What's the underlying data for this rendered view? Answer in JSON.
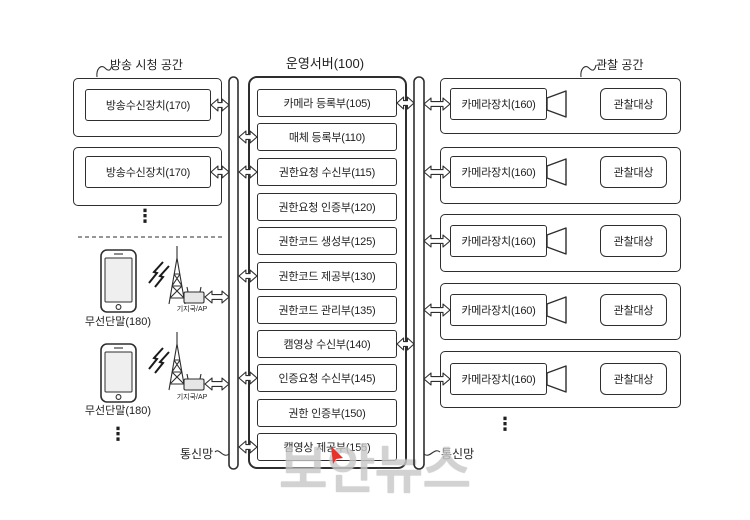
{
  "labels": {
    "viewing_space": "방송 시청 공간",
    "server_title": "운영서버(100)",
    "observation_space": "관찰 공간",
    "network_left": "통신망",
    "network_right": "통신망",
    "base_station": "기지국/AP",
    "ellipsis": "⋮"
  },
  "broadcast_receivers": [
    "방송수신장치(170)",
    "방송수신장치(170)"
  ],
  "wireless_terminals": [
    "무선단말(180)",
    "무선단말(180)"
  ],
  "server_modules": [
    "카메라 등록부(105)",
    "매체 등록부(110)",
    "권한요청 수신부(115)",
    "권한요청 인증부(120)",
    "권한코드 생성부(125)",
    "권한코드 제공부(130)",
    "권한코드 관리부(135)",
    "캠영상 수신부(140)",
    "인증요청 수신부(145)",
    "권한 인증부(150)",
    "캠영상 제공부(155)"
  ],
  "observation_units": [
    {
      "camera": "카메라장치(160)",
      "target": "관찰대상"
    },
    {
      "camera": "카메라장치(160)",
      "target": "관찰대상"
    },
    {
      "camera": "카메라장치(160)",
      "target": "관찰대상"
    },
    {
      "camera": "카메라장치(160)",
      "target": "관찰대상"
    },
    {
      "camera": "카메라장치(160)",
      "target": "관찰대상"
    }
  ],
  "watermark": "보안뉴스",
  "colors": {
    "line": "#2e2e2e",
    "watermark": "#c9c9c9",
    "marker": "#e5322d"
  }
}
